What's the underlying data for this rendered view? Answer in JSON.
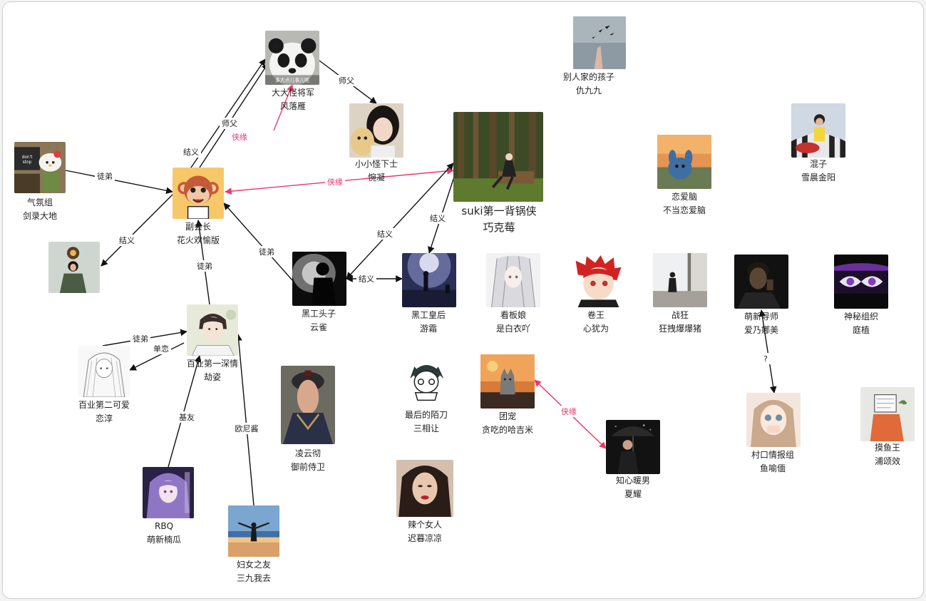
{
  "colors": {
    "pink": "#e8396c",
    "black": "#111111"
  },
  "nodes": [
    {
      "id": "panda",
      "line1": "大大怪将军",
      "line2": "风落雁",
      "caption": "多大点儿事儿呢",
      "icon": "panda-avatar"
    },
    {
      "id": "girl1",
      "line1": "小小怪下士",
      "line2": "惋凝",
      "icon": "girl-avatar"
    },
    {
      "id": "forest",
      "line1": "suki第一背锅侠",
      "line2": "巧克莓",
      "icon": "forest-avatar"
    },
    {
      "id": "bird",
      "line1": "别人家的孩子",
      "line2": "仇九九",
      "icon": "birds-hand-avatar"
    },
    {
      "id": "kid",
      "line1": "混子",
      "line2": "雪晨金阳",
      "icon": "kid-avatar"
    },
    {
      "id": "stitch",
      "line1": "恋爱脑",
      "line2": "不当恋爱脑",
      "icon": "stitch-avatar"
    },
    {
      "id": "kitty",
      "line1": "气氛组",
      "line2": "剑录大地",
      "icon": "hello-kitty-avatar"
    },
    {
      "id": "monkey",
      "line1": "副会长",
      "line2": "花火欢愉版",
      "icon": "monkey-avatar"
    },
    {
      "id": "lady",
      "line1": "",
      "line2": "",
      "icon": "lady-painting-avatar"
    },
    {
      "id": "shadow",
      "line1": "黑工头子",
      "line2": "云雀",
      "icon": "shadow-avatar"
    },
    {
      "id": "stage",
      "line1": "黑工皇后",
      "line2": "游霜",
      "icon": "stage-avatar"
    },
    {
      "id": "white",
      "line1": "看板娘",
      "line2": "是白衣吖",
      "icon": "white-hair-avatar"
    },
    {
      "id": "red",
      "line1": "卷王",
      "line2": "心犹为",
      "icon": "red-hair-avatar"
    },
    {
      "id": "window",
      "line1": "战狂",
      "line2": "狂拽爆爆猪",
      "icon": "window-avatar"
    },
    {
      "id": "mentor",
      "line1": "萌新导师",
      "line2": "爱乃娜美",
      "icon": "man-dark-avatar"
    },
    {
      "id": "purple",
      "line1": "神秘组织",
      "line2": "庭植",
      "icon": "purple-eyes-avatar"
    },
    {
      "id": "anime",
      "line1": "百业第一深情",
      "line2": "劫姿",
      "icon": "anime-man-avatar"
    },
    {
      "id": "sketch",
      "line1": "百业第二可爱",
      "line2": "恋淳",
      "icon": "sketch-girl-avatar"
    },
    {
      "id": "chibi",
      "line1": "最后的陌刀",
      "line2": "三相让",
      "icon": "chibi-avatar"
    },
    {
      "id": "cat",
      "line1": "团宠",
      "line2": "贪吃的哈吉米",
      "icon": "cat-avatar"
    },
    {
      "id": "qing",
      "line1": "凌云彻",
      "line2": "御前侍卫",
      "icon": "qing-guard-avatar"
    },
    {
      "id": "umbrella",
      "line1": "知心暖男",
      "line2": "夏耀",
      "icon": "umbrella-man-avatar"
    },
    {
      "id": "doll",
      "line1": "村口情报组",
      "line2": "鱼喻偭",
      "icon": "doll-avatar"
    },
    {
      "id": "fish",
      "line1": "摸鱼王",
      "line2": "浦颂效",
      "icon": "fish-king-avatar"
    },
    {
      "id": "rbq",
      "line1": "RBQ",
      "line2": "萌新楠瓜",
      "icon": "purple-girl-avatar"
    },
    {
      "id": "sea",
      "line1": "妇女之友",
      "line2": "三九我去",
      "icon": "sea-man-avatar"
    },
    {
      "id": "red_lips",
      "line1": "辣个女人",
      "line2": "迟暮凉凉",
      "icon": "woman-avatar"
    }
  ],
  "edges": [
    {
      "label": "师父"
    },
    {
      "label": "侠缘"
    },
    {
      "label": "侠缘"
    },
    {
      "label": "徒弟"
    },
    {
      "label": "结义"
    },
    {
      "label": "师父"
    },
    {
      "label": "结义"
    },
    {
      "label": "徒弟"
    },
    {
      "label": "结义"
    },
    {
      "label": "结义"
    },
    {
      "label": "结义"
    },
    {
      "label": "徒弟"
    },
    {
      "label": "徒弟"
    },
    {
      "label": "单恋"
    },
    {
      "label": "基友"
    },
    {
      "label": "欧尼酱"
    },
    {
      "label": "侠缘"
    },
    {
      "label": "?"
    }
  ]
}
